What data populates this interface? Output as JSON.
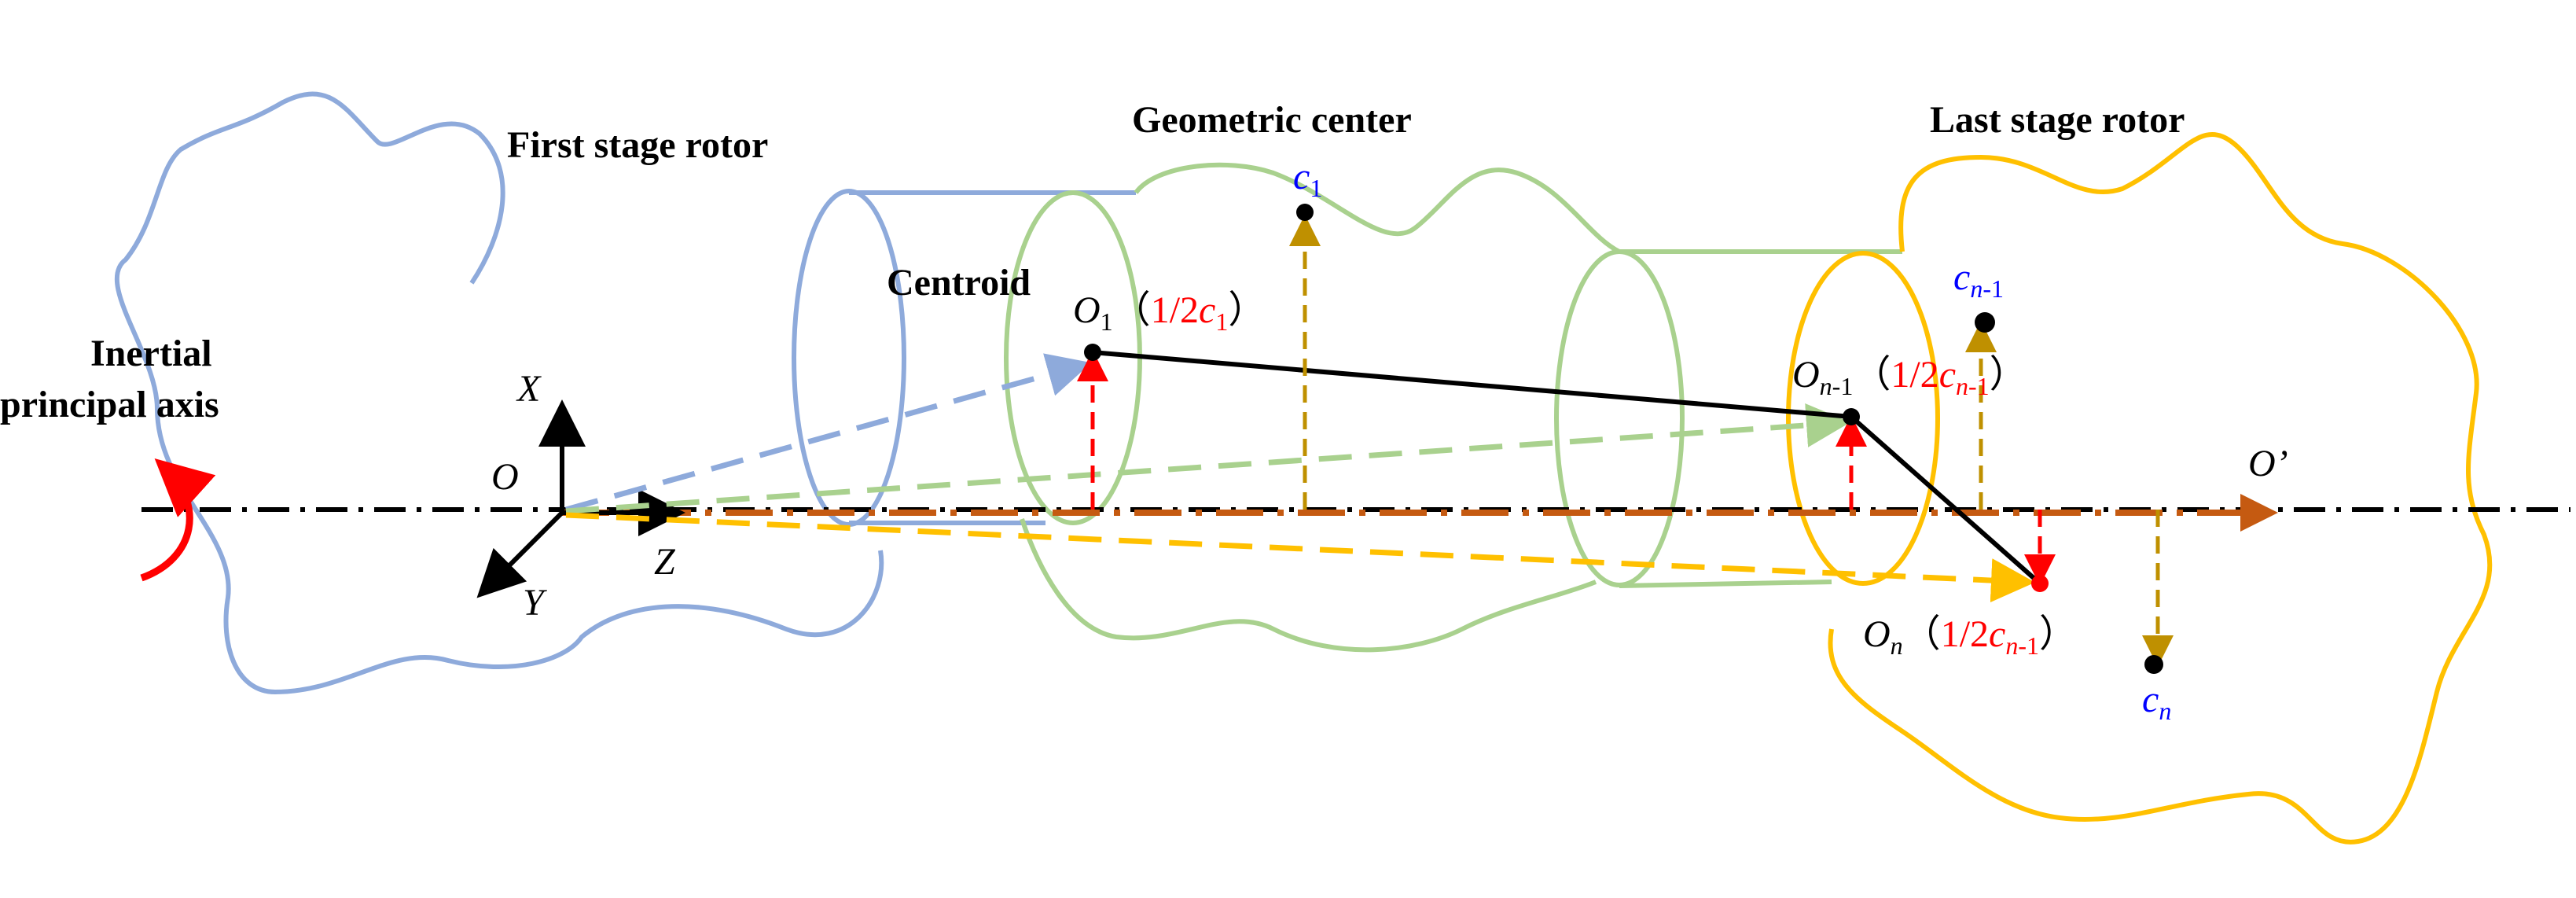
{
  "labels": {
    "first_stage_rotor": "First stage rotor",
    "geometric_center": "Geometric center",
    "last_stage_rotor": "Last stage rotor",
    "centroid": "Centroid",
    "inertial_line1": "Inertial",
    "inertial_line2": "principal axis",
    "axis_x": "X",
    "axis_y": "Y",
    "axis_z": "Z",
    "origin_o": "O",
    "o_prime": "O’"
  },
  "points": {
    "o1": {
      "base": "O",
      "sub": "1",
      "paren_open": "（",
      "expr": "1/2",
      "c_base": "c",
      "c_sub": "1",
      "paren_close": "）"
    },
    "on1": {
      "base": "O",
      "sub": "n",
      "sub2": "-1",
      "paren_open": "（",
      "expr": "1/2",
      "c_base": "c",
      "c_sub": "n",
      "c_sub2": "-1",
      "paren_close": "）"
    },
    "on": {
      "base": "O",
      "sub": "n",
      "paren_open": "（",
      "expr": "1/2",
      "c_base": "c",
      "c_sub": "n",
      "c_sub2": "-1",
      "paren_close": "）"
    }
  },
  "centroids": {
    "c1": {
      "base": "c",
      "sub": "1"
    },
    "cn1": {
      "base": "c",
      "sub": "n",
      "sub2": "-1"
    },
    "cn": {
      "base": "c",
      "sub": "n"
    }
  },
  "colors": {
    "first_rotor": "#8eaadb",
    "middle_rotor": "#a9d18e",
    "last_rotor": "#ffc000",
    "axis_orange": "#c55a11",
    "centroid_drop": "#bf9000",
    "red": "#ff0000",
    "blue_text": "#0000ff",
    "black": "#000000"
  }
}
